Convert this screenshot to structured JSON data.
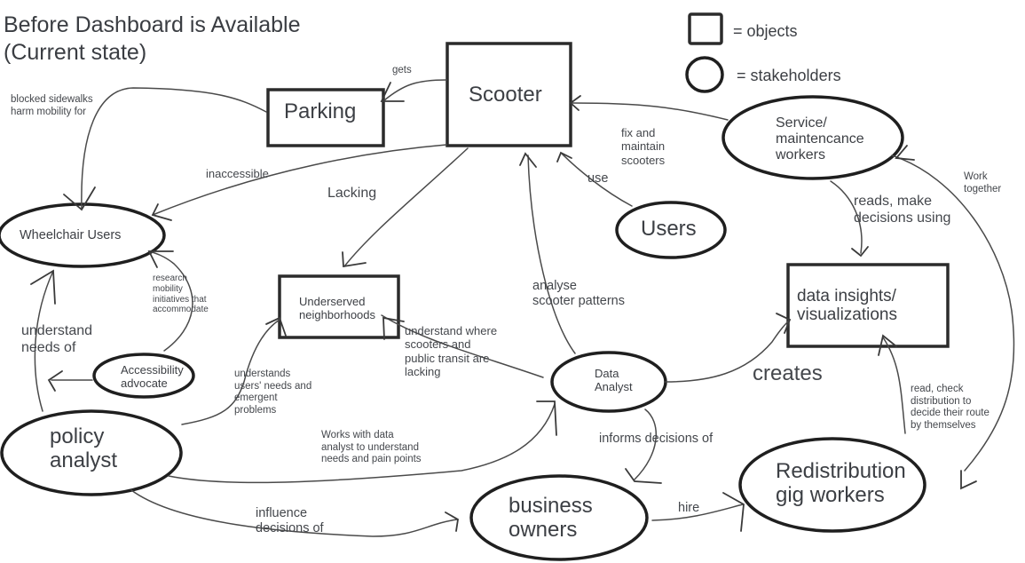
{
  "title": "Before Dashboard is Available\n(Current state)",
  "legend": {
    "objects_label": "= objects",
    "stakeholders_label": "= stakeholders"
  },
  "objects": {
    "scooter": "Scooter",
    "parking": "Parking",
    "underserved": "Underserved\nneighborhoods",
    "data_insights": "data insights/\nvisualizations"
  },
  "stakeholders": {
    "wheelchair_users": "Wheelchair Users",
    "accessibility_advocate": "Accessibility\nadvocate",
    "policy_analyst": "policy\nanalyst",
    "data_analyst": "Data\nAnalyst",
    "business_owners": "business\nowners",
    "redistribution_gig_workers": "Redistribution\ngig workers",
    "service_workers": "Service/\nmaintencance\nworkers",
    "users": "Users"
  },
  "edges": {
    "gets": "gets",
    "blocked_sidewalks": "blocked sidewalks\nharm mobility for",
    "inaccessible": "inaccessible",
    "lacking": "Lacking",
    "fix_and_maintain": "fix and\nmaintain\nscooters",
    "use": "use",
    "work_together": "Work\ntogether",
    "reads_make_decisions": "reads, make\ndecisions using",
    "research_mobility": "research\nmobility\ninitiatives that\naccommodate",
    "understand_needs_of": "understand\nneeds of",
    "understands_users_needs": "understands\nusers' needs and\nemergent\nproblems",
    "understand_where": "understand where\nscooters   and\npublic transit are\nlacking",
    "analyse_patterns": "analyse\nscooter patterns",
    "creates": "creates",
    "read_check_distribution": "read, check\ndistribution to\ndecide their route\nby themselves",
    "works_with_data_analyst": "Works with data\nanalyst to understand\nneeds and pain points",
    "informs_decisions_of": "informs decisions of",
    "influence_decisions_of": "influence\ndecisions of",
    "hire": "hire"
  }
}
